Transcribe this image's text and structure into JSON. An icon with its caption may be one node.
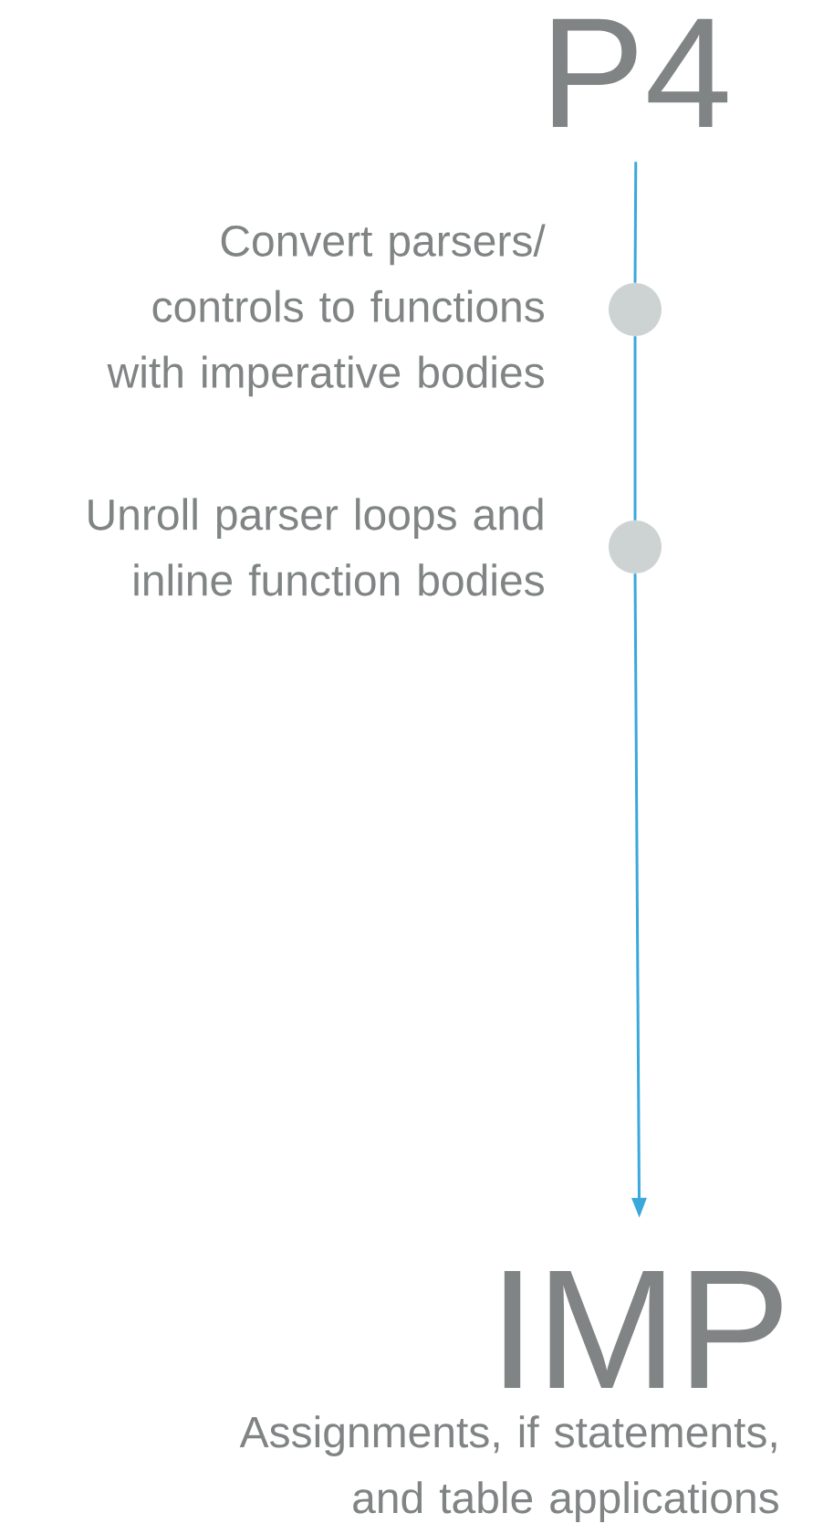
{
  "diagram": {
    "nodes": [
      {
        "text": [
          "P4"
        ]
      },
      {
        "text": [],
        "shape": "circle",
        "beside": [
          "Convert parsers/ controls to functions with imperative bodies"
        ]
      },
      {
        "text": [],
        "shape": "circle",
        "beside": [
          "Unroll parser loops and inline function bodies"
        ]
      },
      {
        "text": [
          "IMP",
          "Assignments, if statements, and table applications"
        ]
      }
    ],
    "edges": [
      {
        "from": 0,
        "to": 1,
        "arrow": "none"
      },
      {
        "from": 1,
        "to": 2,
        "arrow": "none"
      },
      {
        "from": 2,
        "to": 3,
        "arrow": "to"
      }
    ]
  }
}
